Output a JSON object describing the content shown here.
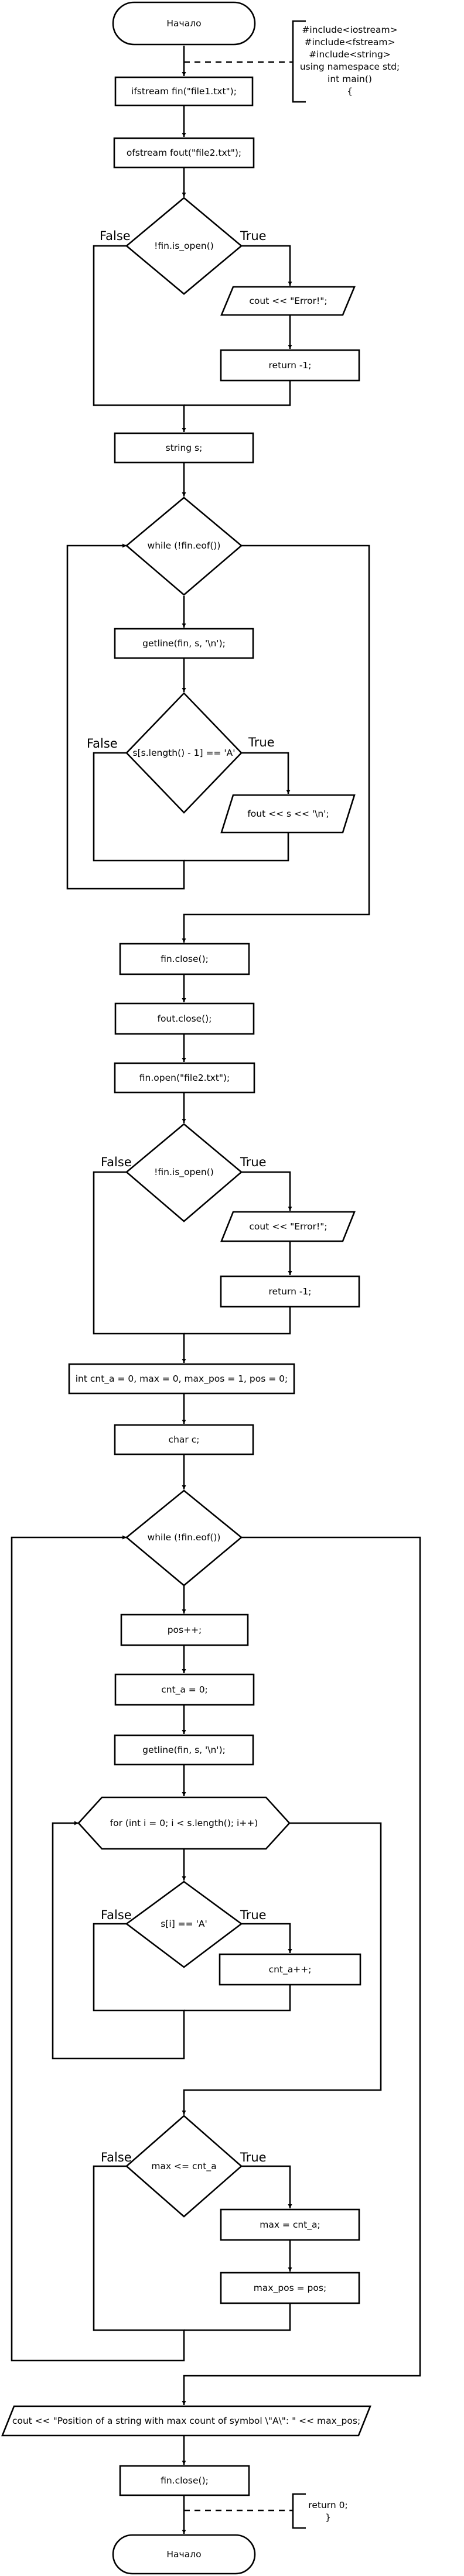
{
  "nodes": {
    "start": "Начало",
    "open_file1": "ifstream fin(\"file1.txt\");",
    "open_file2": "ofstream fout(\"file2.txt\");",
    "check_open_1": "!fin.is_open()",
    "error_output_1": "cout << \"Error!\";",
    "return_error_1": "return -1;",
    "declare_string": "string s;",
    "loop_eof_1": "while (!fin.eof())",
    "getline_1": "getline(fin, s, '\\n');",
    "check_last_char": "s[s.length() - 1] == 'A'",
    "write_line": "fout << s << '\\n';",
    "close_fin_1": "fin.close();",
    "close_fout": "fout.close();",
    "reopen_file2": "fin.open(\"file2.txt\");",
    "check_open_2": "!fin.is_open()",
    "error_output_2": "cout << \"Error!\";",
    "return_error_2": "return -1;",
    "declare_ints": "int cnt_a = 0, max = 0, max_pos = 1, pos = 0;",
    "declare_char": "char c;",
    "loop_eof_2": "while (!fin.eof())",
    "increment_pos": "pos++;",
    "reset_cnt": "cnt_a = 0;",
    "getline_2": "getline(fin, s, '\\n');",
    "for_loop": "for (int i = 0; i < s.length(); i++)",
    "check_char_a": "s[i] == 'A'",
    "increment_cnt": "cnt_a++;",
    "check_max": "max <= cnt_a",
    "assign_max": "max = cnt_a;",
    "assign_max_pos": "max_pos = pos;",
    "output_result": "cout << \"Position of a string with max count of symbol \\\"A\\\": \" << max_pos;",
    "close_fin_2": "fin.close();",
    "end": "Начало"
  },
  "comments": {
    "header": [
      "#include<iostream>",
      "#include<fstream>",
      "#include<string>",
      "using namespace std;",
      "int main()",
      "{"
    ],
    "footer": [
      "return 0;",
      "}"
    ]
  },
  "branch_labels": {
    "true": "True",
    "false": "False"
  }
}
